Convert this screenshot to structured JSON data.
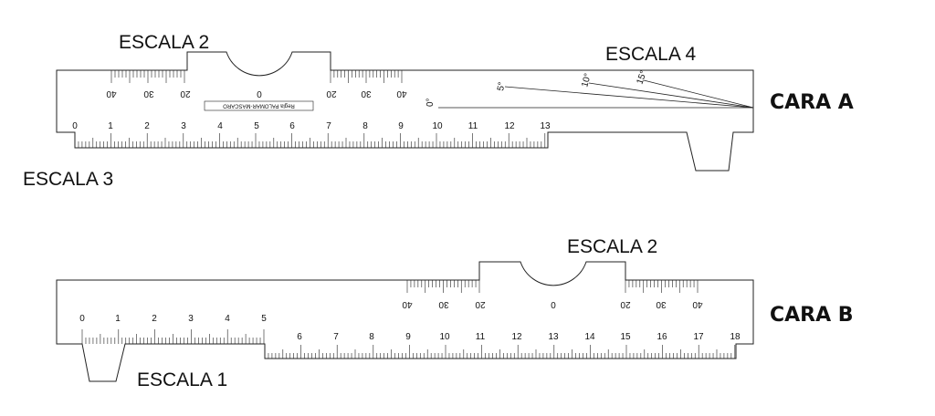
{
  "labels": {
    "escala1": "ESCALA 1",
    "escala2_top": "ESCALA 2",
    "escala2_bottom": "ESCALA 2",
    "escala3": "ESCALA 3",
    "escala4": "ESCALA 4",
    "cara_a": "CARA A",
    "cara_b": "CARA B",
    "brand": "Regla PALOMAR-MASCARO"
  },
  "cara_a": {
    "main_scale_numbers": [
      "0",
      "1",
      "2",
      "3",
      "4",
      "5",
      "6",
      "7",
      "8",
      "9",
      "10",
      "11",
      "12",
      "13"
    ],
    "escala2_numbers": [
      "40",
      "30",
      "20",
      "0",
      "20",
      "30",
      "40"
    ],
    "angle_labels": [
      "0°",
      "5°",
      "10°",
      "15°"
    ]
  },
  "cara_b": {
    "small_scale_numbers": [
      "0",
      "1",
      "2",
      "3",
      "4",
      "5"
    ],
    "main_scale_numbers": [
      "6",
      "7",
      "8",
      "9",
      "10",
      "11",
      "12",
      "13",
      "14",
      "15",
      "16",
      "17",
      "18"
    ],
    "escala2_numbers": [
      "40",
      "30",
      "20",
      "0",
      "20",
      "30",
      "40"
    ]
  }
}
